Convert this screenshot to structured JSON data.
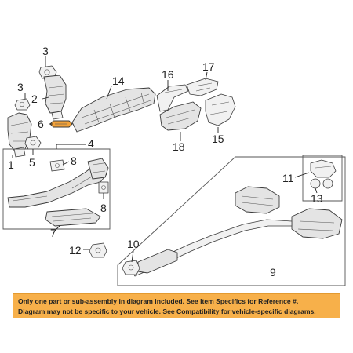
{
  "callouts": {
    "c1": "1",
    "c2": "2",
    "c3a": "3",
    "c3b": "3",
    "c4": "4",
    "c5": "5",
    "c6": "6",
    "c7": "7",
    "c8a": "8",
    "c8b": "8",
    "c9": "9",
    "c10": "10",
    "c11": "11",
    "c12": "12",
    "c13": "13",
    "c14": "14",
    "c15": "15",
    "c16": "16",
    "c17": "17",
    "c18": "18"
  },
  "notice": {
    "line1": "Only one part or sub-assembly in diagram included. See Item Specifics for Reference #.",
    "line2": "Diagram may not be specific to your vehicle. See Compatibility for vehicle-specific diagrams."
  },
  "colors": {
    "notice_bg": "#f7b04a",
    "highlight_part": "#f2a23a"
  }
}
